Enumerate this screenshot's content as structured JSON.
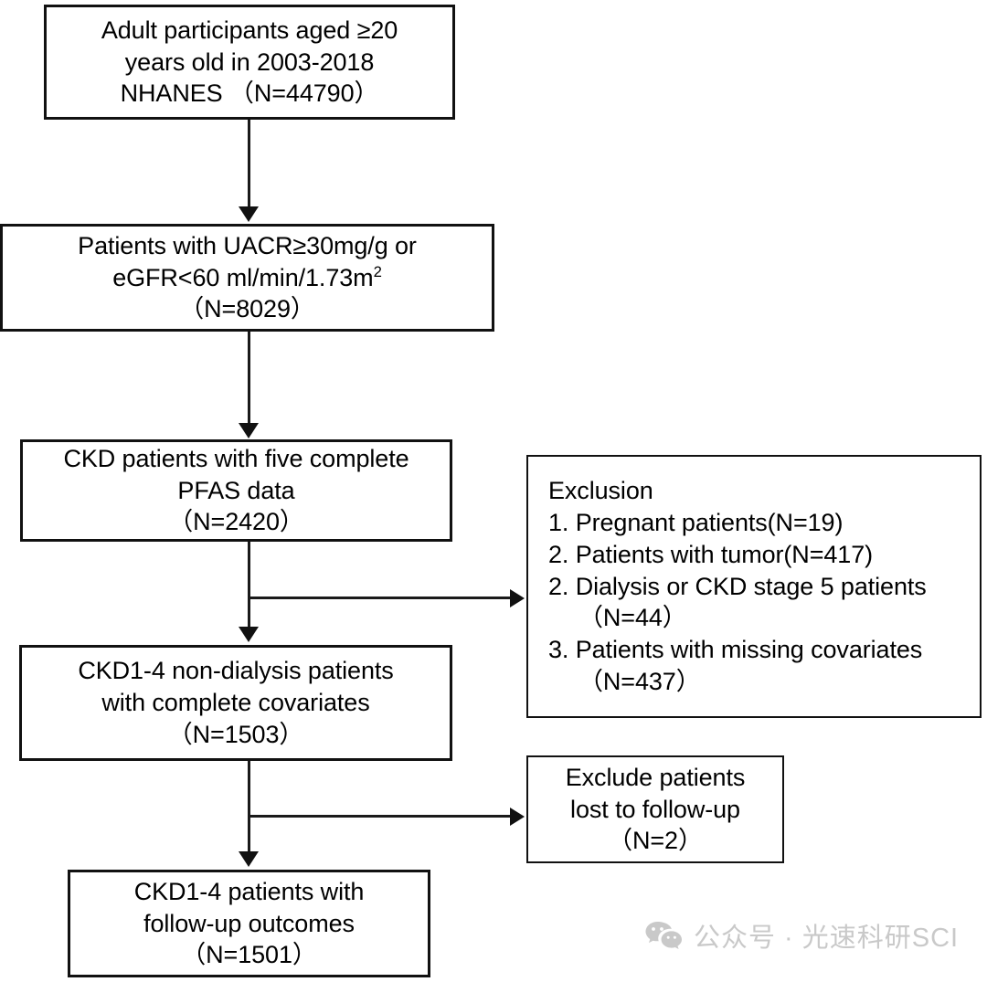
{
  "diagram": {
    "title": "CKD cohort selection flowchart (NHANES 2003-2018)",
    "type": "flowchart",
    "colors": {
      "box_border": "#111111",
      "connector": "#1a1a1a",
      "background": "#ffffff",
      "text": "#000000",
      "watermark": "#c9c9c9"
    },
    "nodes": [
      {
        "id": "node-source-population",
        "lines": [
          "Adult participants aged ≥20",
          "years old in 2003-2018",
          "NHANES （N=44790）"
        ],
        "n_label": "N=44790",
        "n_value": 44790
      },
      {
        "id": "node-kidney-criteria",
        "lines": [
          "Patients with UACR≥30mg/g or",
          "eGFR<60 ml/min/1.73m",
          "（N=8029）"
        ],
        "superscript": "2",
        "n_label": "N=8029",
        "n_value": 8029
      },
      {
        "id": "node-pfas-complete",
        "lines": [
          "CKD patients with five complete",
          "PFAS data",
          "（N=2420）"
        ],
        "n_label": "N=2420",
        "n_value": 2420
      },
      {
        "id": "node-nondialysis-covariates",
        "lines": [
          "CKD1-4 non-dialysis patients",
          "with complete covariates",
          "（N=1503）"
        ],
        "n_label": "N=1503",
        "n_value": 1503
      },
      {
        "id": "node-followup-outcomes",
        "lines": [
          "CKD1-4 patients with",
          "follow-up outcomes",
          "（N=1501）"
        ],
        "n_label": "N=1501",
        "n_value": 1501
      }
    ],
    "exclusion_box": {
      "id": "node-exclusion-list",
      "heading": "Exclusion",
      "items": [
        {
          "marker": "1.",
          "text": "Pregnant patients(N=19)",
          "n_value": 19
        },
        {
          "marker": "2.",
          "text": "Patients with tumor(N=417)",
          "n_value": 417
        },
        {
          "marker": "2.",
          "text": "Dialysis or CKD stage 5 patients",
          "continuation": "（N=44）",
          "n_value": 44
        },
        {
          "marker": "3.",
          "text": "Patients with missing covariates",
          "continuation": "（N=437）",
          "n_value": 437
        }
      ],
      "line1": "Exclusion",
      "line2": "1. Pregnant patients(N=19)",
      "line3": "2. Patients with tumor(N=417)",
      "line4": "2. Dialysis or CKD stage 5 patients",
      "line5": "（N=44）",
      "line6": "3. Patients with missing covariates",
      "line7": "（N=437）"
    },
    "followup_exclusion_box": {
      "id": "node-exclusion-followup",
      "lines": [
        "Exclude patients",
        "lost to follow-up",
        "（N=2）"
      ],
      "line1": "Exclude patients",
      "line2": "lost to follow-up",
      "line3": "（N=2）",
      "n_label": "N=2",
      "n_value": 2
    },
    "node_lines": {
      "box1_l1": "Adult participants aged ≥20",
      "box1_l2": "years old in 2003-2018",
      "box1_l3": "NHANES （N=44790）",
      "box2_l1": "Patients with UACR≥30mg/g or",
      "box2_l2a": "eGFR<60 ml/min/1.73m",
      "box2_l2sup": "2",
      "box2_l3": "（N=8029）",
      "box3_l1": "CKD patients with five complete",
      "box3_l2": "PFAS data",
      "box3_l3": "（N=2420）",
      "box4_l1": "CKD1-4 non-dialysis patients",
      "box4_l2": "with complete covariates",
      "box4_l3": "（N=1503）",
      "box5_l1": "CKD1-4 patients with",
      "box5_l2": "follow-up outcomes",
      "box5_l3": "（N=1501）"
    }
  },
  "watermark": {
    "icon": "wechat-icon",
    "text": "公众号 · 光速科研SCI"
  }
}
